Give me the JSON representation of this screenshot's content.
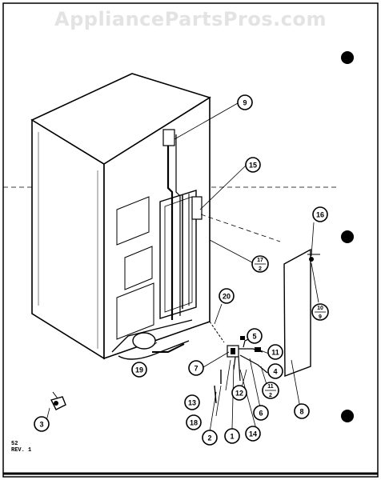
{
  "watermark": "AppliancePartsPros.com",
  "page_ref": {
    "line1": "52",
    "line2": "REV. 1"
  },
  "callouts": {
    "c1": "1",
    "c2": "2",
    "c3": "3",
    "c4": "4",
    "c5": "5",
    "c6": "6",
    "c7": "7",
    "c8": "8",
    "c9": "9",
    "c11": "11",
    "c12": "12",
    "c13": "13",
    "c14": "14",
    "c15": "15",
    "c16": "16",
    "c18": "18",
    "c19": "19",
    "c20": "20",
    "frac_17_2": {
      "top": "17",
      "bottom": "2"
    },
    "frac_10_9": {
      "top": "10",
      "bottom": "9"
    },
    "frac_11_2": {
      "top": "11",
      "bottom": "2"
    }
  },
  "colors": {
    "ink": "#000000",
    "paper": "#ffffff",
    "watermark": "#e3e3e3"
  }
}
